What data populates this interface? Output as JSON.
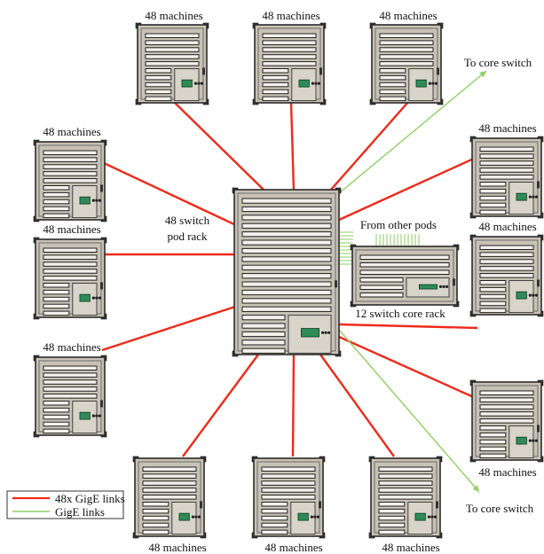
{
  "colors": {
    "red_link": "#ee2b1a",
    "green_link": "#8fcf63",
    "rack_body": "#c8c2b6",
    "rack_frame": "#2b2b2b",
    "slot": "#f4f1ec",
    "status_green": "#2e8b57"
  },
  "icons": {
    "server_rack": "server-rack-icon",
    "switch_rack": "switch-rack-icon"
  },
  "labels": {
    "machines": "48 machines",
    "pod_rack": [
      "48 switch",
      "pod rack"
    ],
    "core_rack": "12 switch core rack",
    "from_other_pods": "From other pods",
    "to_core_top": "To core switch",
    "to_core_bottom": "To core switch"
  },
  "legend": {
    "items": [
      {
        "label": "48x GigE links",
        "color": "#ee2b1a"
      },
      {
        "label": "GigE links",
        "color": "#8fcf63"
      }
    ]
  }
}
